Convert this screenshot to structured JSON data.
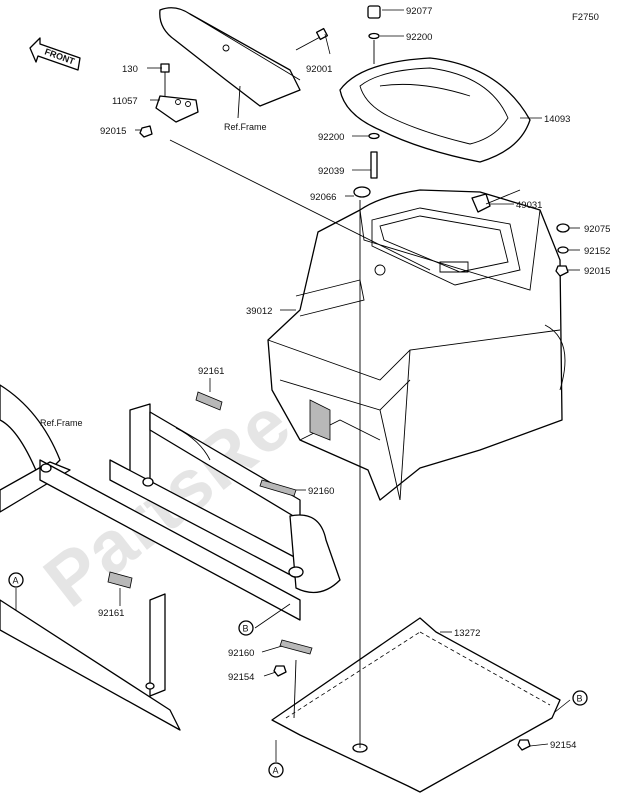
{
  "diagram_code": "F2750",
  "front_arrow": "FRONT",
  "watermark": "PartsRepublik",
  "ref_frame_labels": [
    "Ref.Frame",
    "Ref.Frame"
  ],
  "callouts": {
    "p92077": "92077",
    "p92200a": "92200",
    "p130": "130",
    "p92001": "92001",
    "p11057": "11057",
    "p92015a": "92015",
    "p14093": "14093",
    "p92200b": "92200",
    "p92039": "92039",
    "p92066": "92066",
    "p49031": "49031",
    "p92075": "92075",
    "p92152": "92152",
    "p92015b": "92015",
    "p39012": "39012",
    "p92161a": "92161",
    "p92160a": "92160",
    "p92161b": "92161",
    "p13272": "13272",
    "p92160b": "92160",
    "p92154a": "92154",
    "p92154b": "92154"
  },
  "markers": {
    "a1": "A",
    "a2": "A",
    "b1": "B",
    "b2": "B"
  }
}
